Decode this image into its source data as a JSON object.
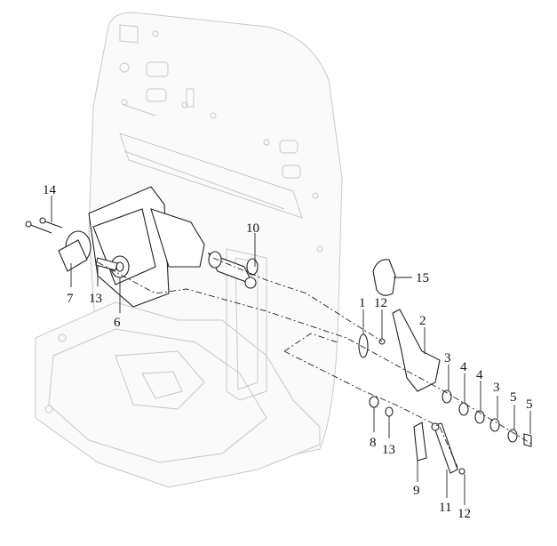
{
  "callouts": {
    "c1": "1",
    "c2": "2",
    "c3a": "3",
    "c3b": "3",
    "c4a": "4",
    "c4b": "4",
    "c5a": "5",
    "c5b": "5",
    "c6": "6",
    "c7": "7",
    "c8": "8",
    "c9": "9",
    "c10": "10",
    "c11": "11",
    "c12a": "12",
    "c12b": "12",
    "c13a": "13",
    "c13b": "13",
    "c14": "14",
    "c15": "15"
  },
  "colors": {
    "ink": "#222222",
    "ghost": "#c9c9c9",
    "background": "#ffffff"
  }
}
